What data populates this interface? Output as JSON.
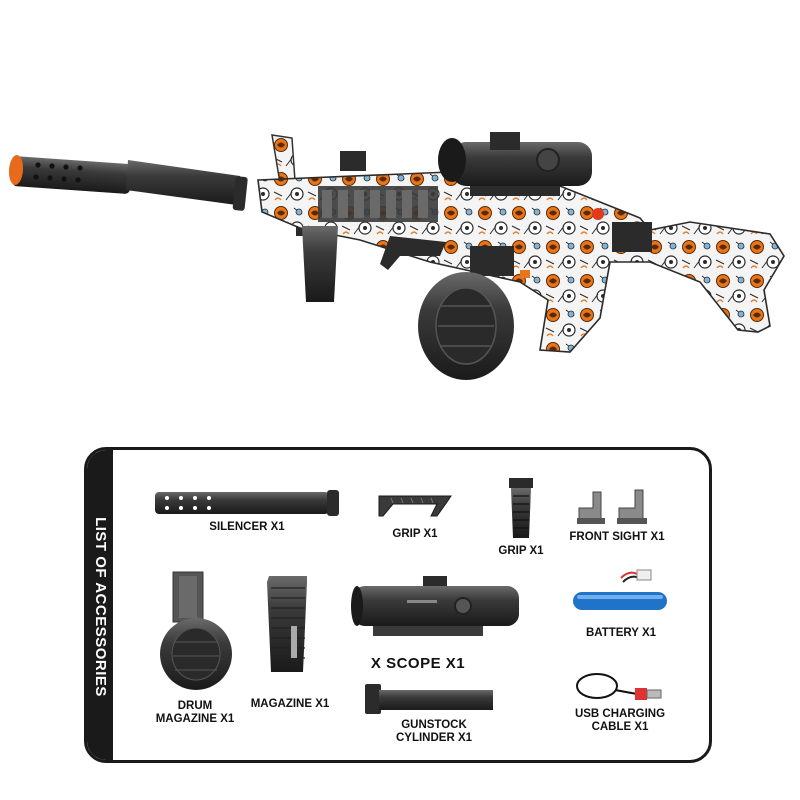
{
  "panel": {
    "title": "LIST OF ACCESSORIES"
  },
  "accessories": {
    "silencer": "SILENCER X1",
    "grip_angled": "GRIP X1",
    "grip_vertical": "GRIP X1",
    "front_sight": "FRONT SIGHT X1",
    "drum_magazine": "DRUM\nMAGAZINE X1",
    "magazine": "MAGAZINE X1",
    "scope": "X SCOPE X1",
    "battery": "BATTERY X1",
    "gunstock_cylinder": "GUNSTOCK\nCYLINDER X1",
    "usb_cable": "USB CHARGING\nCABLE X1"
  },
  "colors": {
    "panel_dark": "#1a1a1a",
    "gun_orange": "#e8751a",
    "gun_dark": "#2b2b2b",
    "battery_blue": "#1f74c9",
    "muzzle_orange": "#e86a1c"
  }
}
